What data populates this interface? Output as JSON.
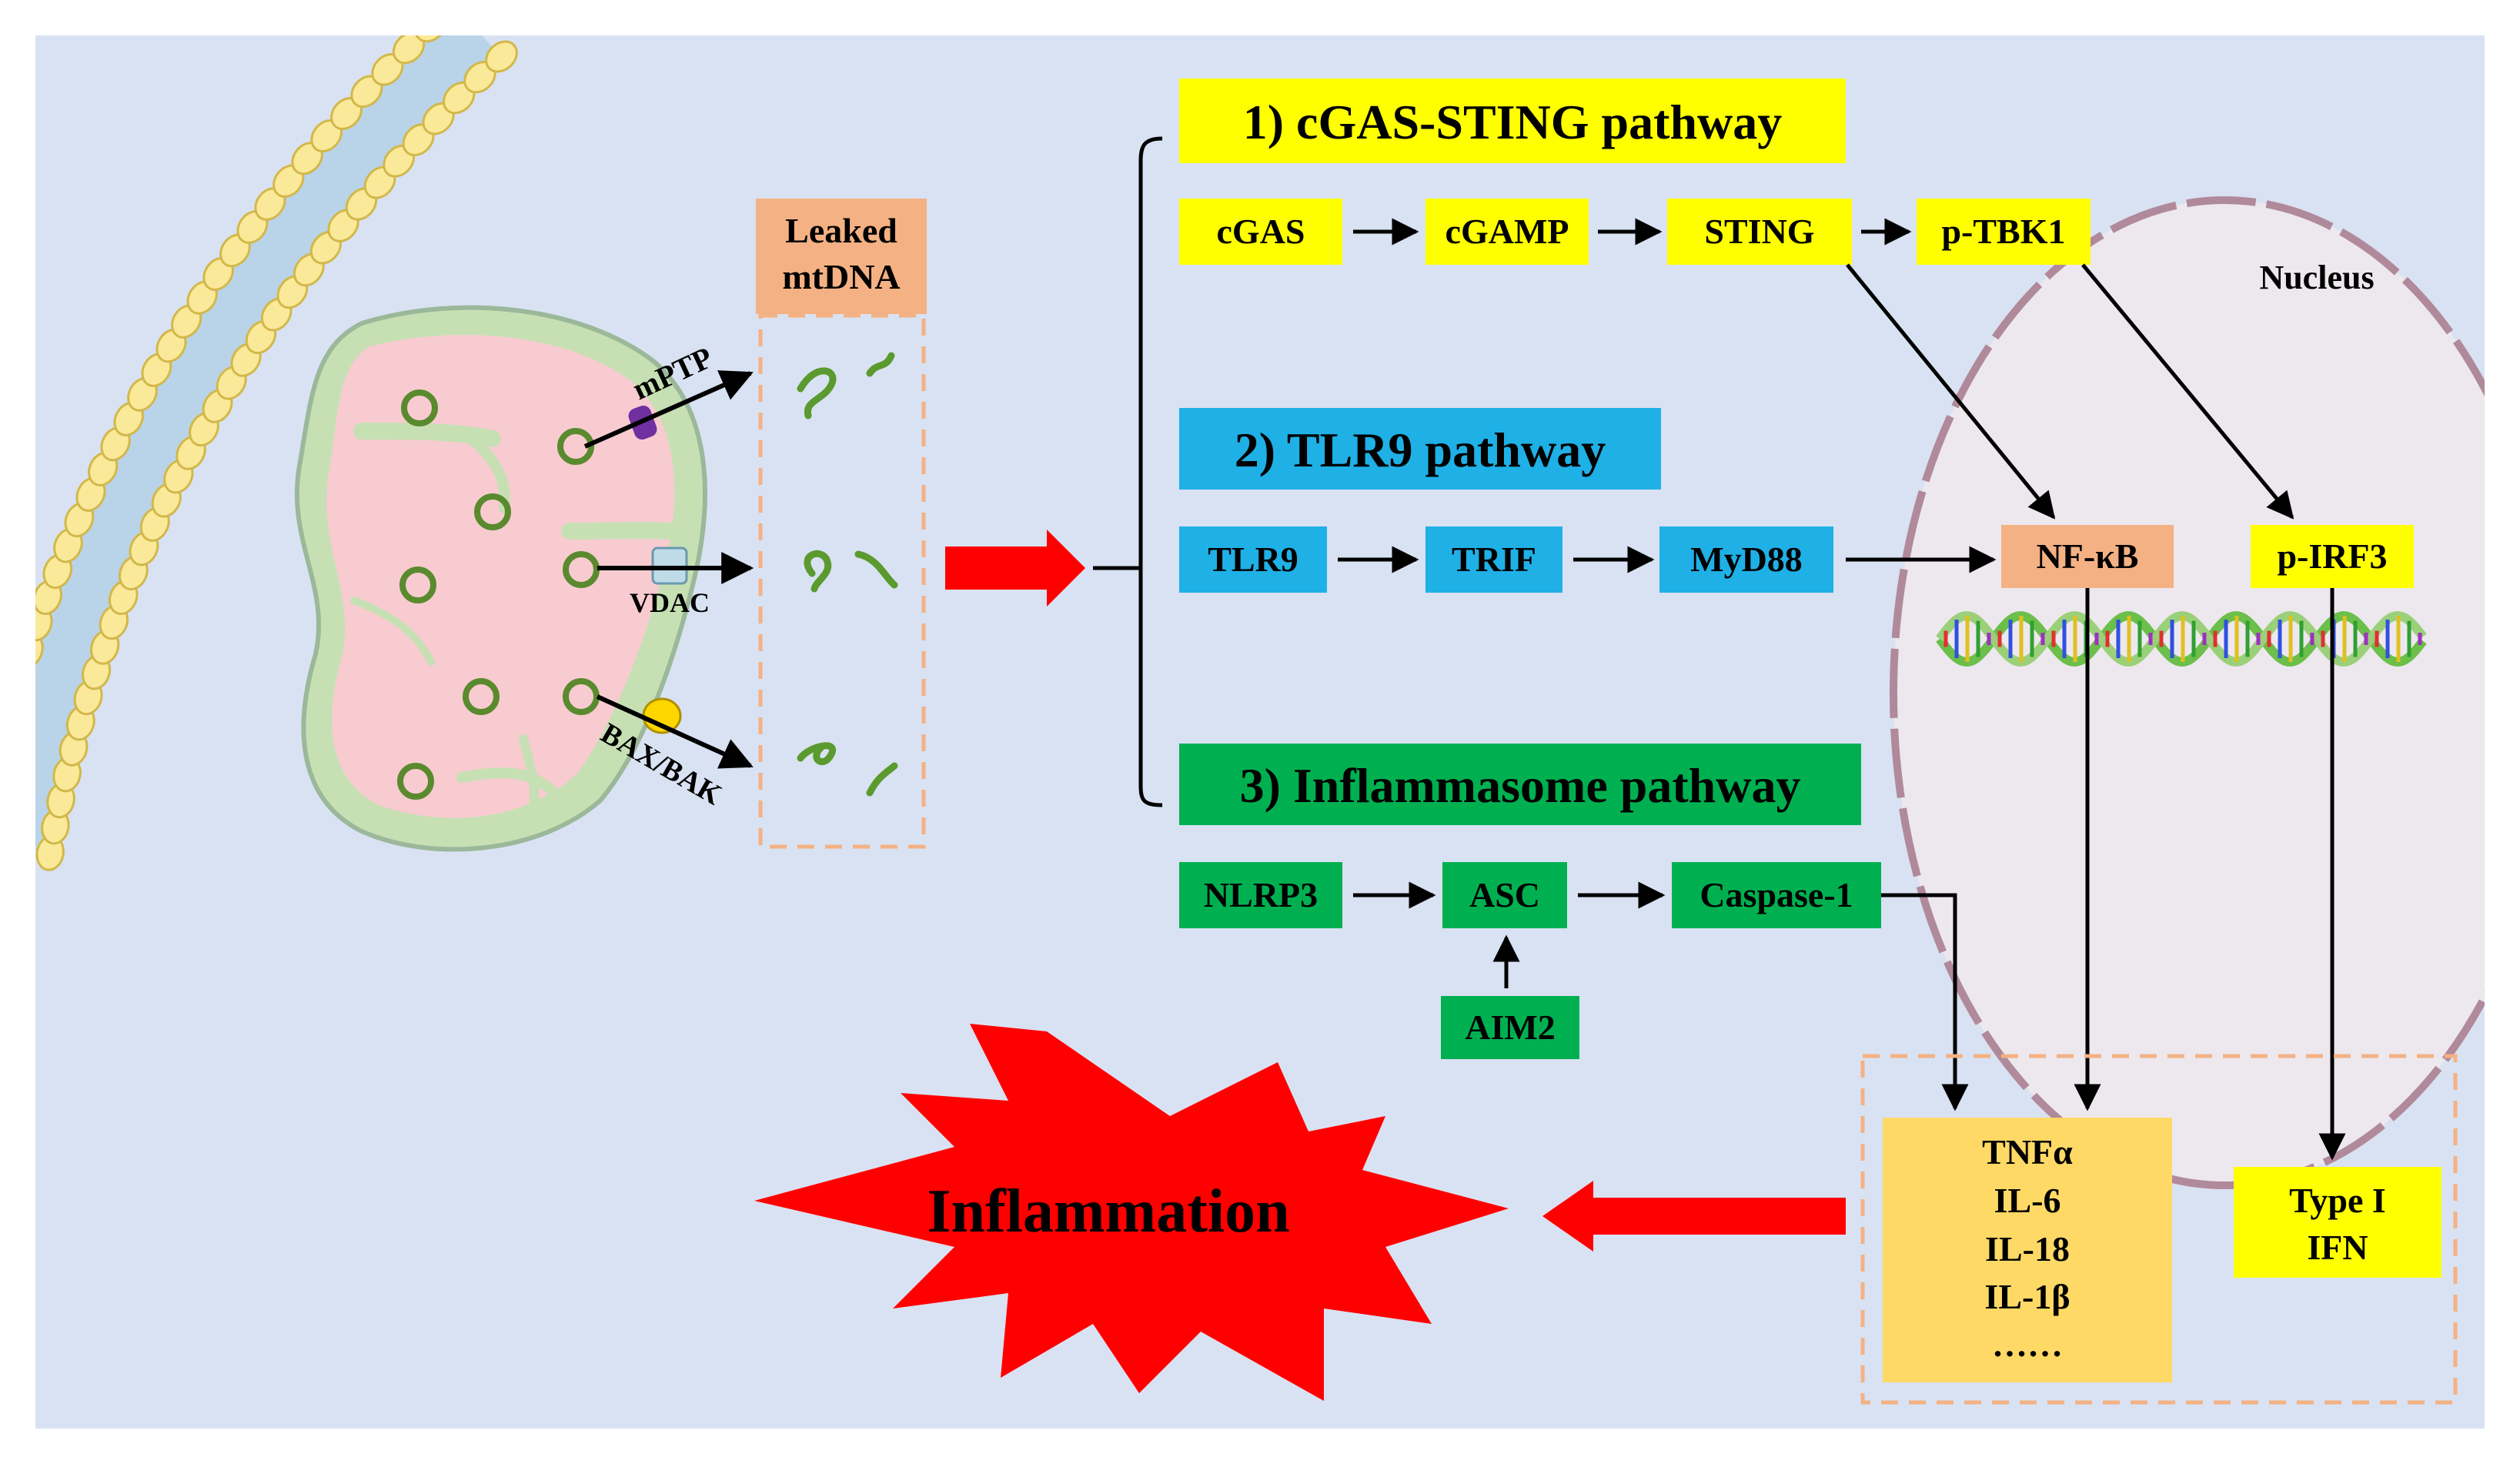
{
  "colors": {
    "background": "#d9e2f2",
    "yellow": "#ffff00",
    "blue": "#1fb0e6",
    "green": "#00b050",
    "salmon": "#f4b183",
    "cytokine_box": "#ffd966",
    "red": "#ff0000",
    "dashed_orange": "#f4b183",
    "mito_outer": "#c6e0b4",
    "mito_inner": "#f8cbd0",
    "nucleus": "#ede8ee",
    "nucleus_border": "#b08a9a"
  },
  "labels": {
    "leaked_mtdna": [
      "Leaked",
      "mtDNA"
    ],
    "mptp": "mPTP",
    "vdac": "VDAC",
    "bax_bak": "BAX/BAK",
    "nucleus": "Nucleus",
    "inflammation": "Inflammation"
  },
  "pathways": {
    "cgas_sting": {
      "title": "1) cGAS-STING pathway",
      "nodes": [
        "cGAS",
        "cGAMP",
        "STING",
        "p-TBK1"
      ]
    },
    "tlr9": {
      "title": "2) TLR9 pathway",
      "nodes": [
        "TLR9",
        "TRIF",
        "MyD88"
      ]
    },
    "inflammasome": {
      "title": "3) Inflammasome pathway",
      "nodes": [
        "NLRP3",
        "ASC",
        "Caspase-1"
      ],
      "aim2": "AIM2"
    }
  },
  "nuclear": {
    "nfkb": "NF-κB",
    "pirf3": "p-IRF3"
  },
  "outputs": {
    "cytokines": [
      "TNFα",
      "IL-6",
      "IL-18",
      "IL-1β",
      "……"
    ],
    "type1_ifn": [
      "Type I",
      "IFN"
    ]
  }
}
